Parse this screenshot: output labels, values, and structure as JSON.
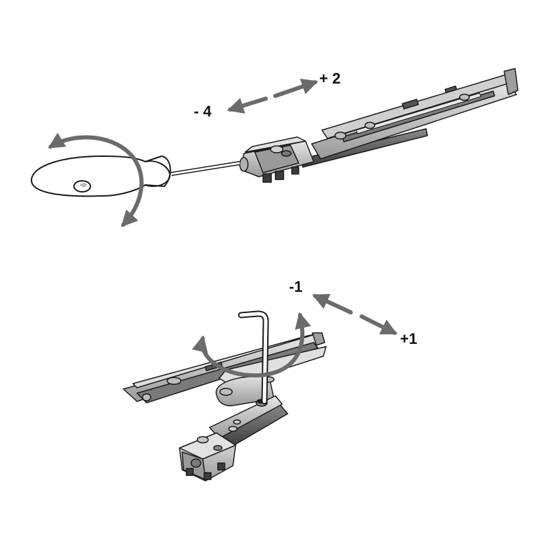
{
  "top_diagram": {
    "label_plus": "+ 2",
    "label_minus": "- 4"
  },
  "bottom_diagram": {
    "label_minus": "-1",
    "label_plus": "+1"
  },
  "colors": {
    "background": "#ffffff",
    "outline": "#1a1a1a",
    "metal_light": "#d4d4d4",
    "metal_mid": "#a8a8a8",
    "metal_dark": "#5a5a5a",
    "arrow": "#6b6b6b"
  },
  "icons": [
    "screwdriver-icon",
    "allen-key-icon",
    "rotate-arrow-icon",
    "adjust-arrow-icon"
  ]
}
